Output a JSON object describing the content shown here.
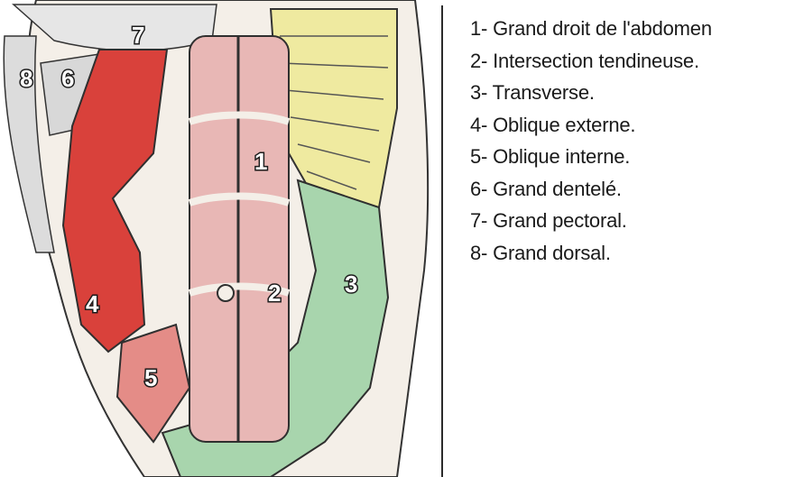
{
  "legend": [
    "1- Grand droit de l'abdomen",
    "2- Intersection tendineuse.",
    "3- Transverse.",
    "4- Oblique externe.",
    "5- Oblique interne.",
    "6- Grand dentelé.",
    "7- Grand pectoral.",
    "8- Grand dorsal."
  ],
  "figure_labels": [
    "1",
    "2",
    "3",
    "4",
    "5",
    "6",
    "7",
    "8"
  ],
  "colors": {
    "rectus": "#e8b7b5",
    "external_oblique": "#d9413b",
    "internal_oblique": "#e48c87",
    "transverse": "#a8d5ad",
    "ribs": "#efeaa0",
    "outline": "#2f2f2f"
  }
}
